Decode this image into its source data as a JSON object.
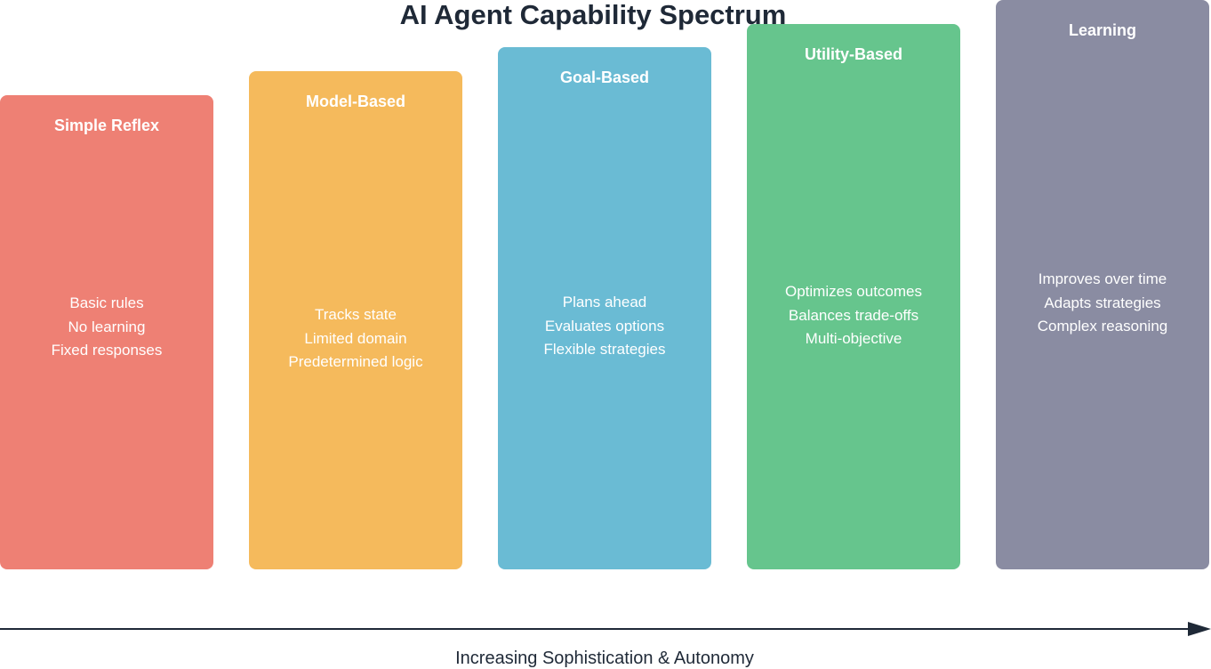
{
  "title": "AI Agent Capability Spectrum",
  "colors": {
    "simple_reflex": "#EE8074",
    "model_based": "#F5BA5C",
    "goal_based": "#6ABBD4",
    "utility_based": "#66C58D",
    "learning": "#8A8CA2",
    "axis": "#1f2937"
  },
  "cards": [
    {
      "title": "Simple Reflex",
      "lines": [
        "Basic rules",
        "No learning",
        "Fixed responses"
      ]
    },
    {
      "title": "Model-Based",
      "lines": [
        "Tracks state",
        "Limited domain",
        "Predetermined logic"
      ]
    },
    {
      "title": "Goal-Based",
      "lines": [
        "Plans ahead",
        "Evaluates options",
        "Flexible strategies"
      ]
    },
    {
      "title": "Utility-Based",
      "lines": [
        "Optimizes outcomes",
        "Balances trade-offs",
        "Multi-objective"
      ]
    },
    {
      "title": "Learning",
      "lines": [
        "Improves over time",
        "Adapts strategies",
        "Complex reasoning"
      ]
    }
  ],
  "axis": {
    "label": "Increasing Sophistication & Autonomy",
    "arrow_icon": "arrow-right-icon"
  }
}
